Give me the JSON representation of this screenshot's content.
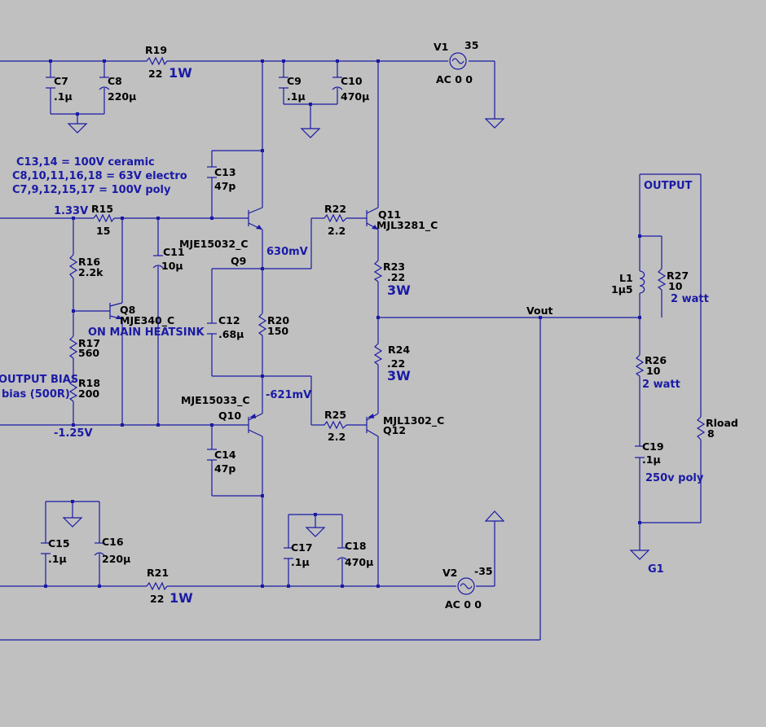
{
  "colors": {
    "background": "#c0c0c0",
    "wire": "#1a1aa6",
    "label": "#000000",
    "annotation": "#1a1aa6"
  },
  "labels": {
    "r19": "R19",
    "r19v": "22",
    "r19w": "1W",
    "c7": "C7",
    "c7v": ".1µ",
    "c8": "C8",
    "c8v": "220µ",
    "c9": "C9",
    "c9v": ".1µ",
    "c10": "C10",
    "c10v": "470µ",
    "v1": "V1",
    "v1val": "35",
    "v1ac": "AC 0 0",
    "note1": "C13,14 = 100V ceramic",
    "note2": "C8,10,11,16,18 = 63V electro",
    "note3": "C7,9,12,15,17 = 100V poly",
    "c13": "C13",
    "c13v": "47p",
    "n133": "1.33V",
    "r15": "R15",
    "r15v": "15",
    "r22": "R22",
    "r22v": "2.2",
    "q11": "Q11",
    "q11v": "MJL3281_C",
    "output": "OUTPUT",
    "c11": "C11",
    "c11v": "10µ",
    "q9v": "MJE15032_C",
    "q9": "Q9",
    "r16": "R16",
    "r16v": "2.2k",
    "n630": "630mV",
    "r23": "R23",
    "r23v": ".22",
    "r23w": "3W",
    "l1": "L1",
    "l1v": "1µ5",
    "r27": "R27",
    "r27v": "10",
    "r27w": "2 watt",
    "q8": "Q8",
    "q8v": "MJE340_C",
    "vout": "Vout",
    "heatsink": "ON MAIN HEATSINK",
    "c12": "C12",
    "c12v": ".68µ",
    "r20": "R20",
    "r20v": "150",
    "r17": "R17",
    "r17v": "560",
    "r24": "R24",
    "r24v": ".22",
    "r24w": "3W",
    "r26": "R26",
    "r26v": "10",
    "r26w": "2 watt",
    "outbias": "OUTPUT BIAS",
    "bias": "bias (500R)",
    "r18": "R18",
    "r18v": "200",
    "q10v": "MJE15033_C",
    "q10": "Q10",
    "n621": "-621mV",
    "r25": "R25",
    "r25v": "2.2",
    "q12v": "MJL1302_C",
    "q12": "Q12",
    "n125": "-1.25V",
    "rload": "Rload",
    "rloadv": "8",
    "c14": "C14",
    "c14v": "47p",
    "c19": "C19",
    "c19v": ".1µ",
    "c19n": "250v poly",
    "c15": "C15",
    "c15v": ".1µ",
    "c16": "C16",
    "c16v": "220µ",
    "c17": "C17",
    "c17v": ".1µ",
    "c18": "C18",
    "c18v": "470µ",
    "g1": "G1",
    "r21": "R21",
    "r21v": "22",
    "r21w": "1W",
    "v2": "V2",
    "v2val": "-35",
    "v2ac": "AC 0 0"
  }
}
